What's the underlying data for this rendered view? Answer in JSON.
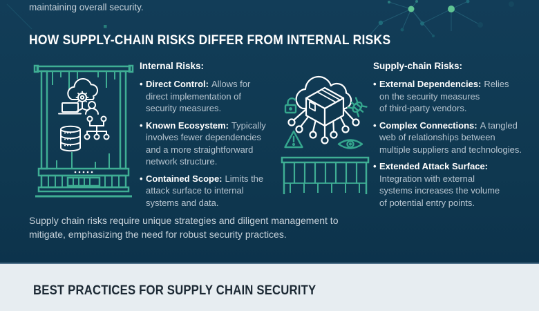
{
  "colors": {
    "background_navy": "#103850",
    "accent_teal": "#3fae94",
    "icon_teal": "#35a78e",
    "node_green": "#5fc493",
    "light_section_bg": "#e7edf1",
    "heading_white": "#ffffff",
    "body_text": "#b7c5d0",
    "dark_heading": "#1b2833"
  },
  "top": {
    "intro_line": "maintaining overall security."
  },
  "comparison": {
    "heading": "HOW SUPPLY-CHAIN RISKS DIFFER FROM INTERNAL RISKS",
    "internal": {
      "title": "Internal Risks:",
      "items": [
        {
          "label": "Direct Control:",
          "text": "Allows for\ndirect implementation of\nsecurity measures."
        },
        {
          "label": "Known Ecosystem:",
          "text": "Typically\ninvolves fewer dependencies\nand a more straightforward\nnetwork structure."
        },
        {
          "label": "Contained Scope:",
          "text": "Limits the\nattack surface to internal\nsystems and data."
        }
      ]
    },
    "supply_chain": {
      "title": "Supply-chain Risks:",
      "items": [
        {
          "label": "External Dependencies:",
          "text": "Relies\non the security measures\nof third-party vendors."
        },
        {
          "label": "Complex Connections:",
          "text": "A tangled\nweb of relationships between\nmultiple suppliers and technologies."
        },
        {
          "label": "Extended Attack Surface:",
          "text": "\nIntegration with external\nsystems increases the volume\nof potential entry points."
        }
      ]
    },
    "summary": "Supply chain risks require unique strategies and diligent management to\nmitigate, emphasizing the need for robust security practices."
  },
  "best_practices": {
    "heading": "BEST PRACTICES FOR SUPPLY CHAIN SECURITY"
  },
  "illustrations": {
    "left": {
      "name": "server-cabinet-illustration",
      "icons": [
        "cloud-gear-icon",
        "laptop-icon",
        "user-icon",
        "database-icon",
        "network-tree-icon"
      ]
    },
    "right": {
      "name": "supply-network-illustration",
      "icons": [
        "cloud-icon",
        "package-box-icon",
        "network-nodes-icon",
        "open-padlock-icon",
        "bug-icon",
        "warning-triangle-icon",
        "eye-icon",
        "rack-fence-icon"
      ]
    },
    "decor": [
      "network-nodes-decoration",
      "corner-dots-decoration"
    ]
  }
}
